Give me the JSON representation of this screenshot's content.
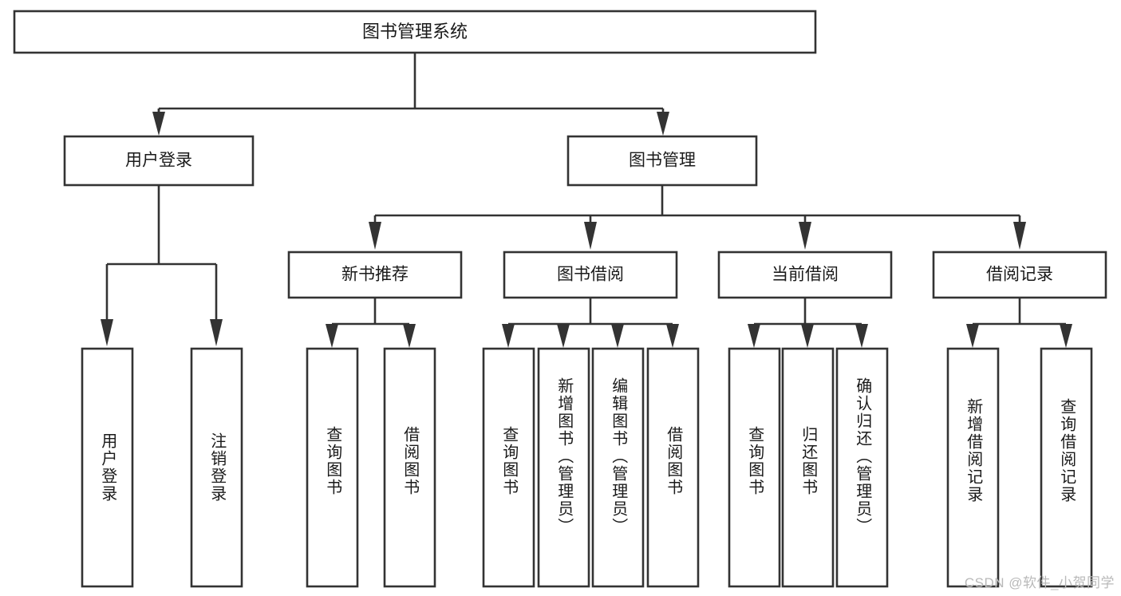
{
  "diagram": {
    "type": "tree",
    "title": "图书管理系统",
    "orientation": "top-down",
    "colors": {
      "box_fill": "#ffffff",
      "box_stroke": "#333333",
      "text": "#1a1a1a",
      "background": "#ffffff",
      "watermark": "#b9b9b9"
    },
    "root": {
      "label": "图书管理系统",
      "children": [
        {
          "label": "用户登录",
          "children": [
            {
              "label": "用户登录"
            },
            {
              "label": "注销登录"
            }
          ]
        },
        {
          "label": "图书管理",
          "children": [
            {
              "label": "新书推荐",
              "children": [
                {
                  "label": "查询图书"
                },
                {
                  "label": "借阅图书"
                }
              ]
            },
            {
              "label": "图书借阅",
              "children": [
                {
                  "label": "查询图书"
                },
                {
                  "label": "新增图书（管理员）"
                },
                {
                  "label": "编辑图书（管理员）"
                },
                {
                  "label": "借阅图书"
                }
              ]
            },
            {
              "label": "当前借阅",
              "children": [
                {
                  "label": "查询图书"
                },
                {
                  "label": "归还图书"
                },
                {
                  "label": "确认归还（管理员）"
                }
              ]
            },
            {
              "label": "借阅记录",
              "children": [
                {
                  "label": "新增借阅记录"
                },
                {
                  "label": "查询借阅记录"
                }
              ]
            }
          ]
        }
      ]
    }
  },
  "nodes": {
    "root": "图书管理系统",
    "l1": {
      "user_login": "用户登录",
      "book_manage": "图书管理"
    },
    "l2": {
      "new_book_rec": "新书推荐",
      "book_borrow": "图书借阅",
      "current_borrow": "当前借阅",
      "borrow_record": "借阅记录"
    },
    "leaves": {
      "user_login_1": "用户登录",
      "user_login_2": "注销登录",
      "new_book_1": "查询图书",
      "new_book_2": "借阅图书",
      "borrow_1": "查询图书",
      "borrow_2": "新增图书（管理员）",
      "borrow_3": "编辑图书（管理员）",
      "borrow_4": "借阅图书",
      "current_1": "查询图书",
      "current_2": "归还图书",
      "current_3": "确认归还（管理员）",
      "record_1": "新增借阅记录",
      "record_2": "查询借阅记录"
    }
  },
  "watermark": {
    "text": "CSDN @软件_小贺同学"
  }
}
